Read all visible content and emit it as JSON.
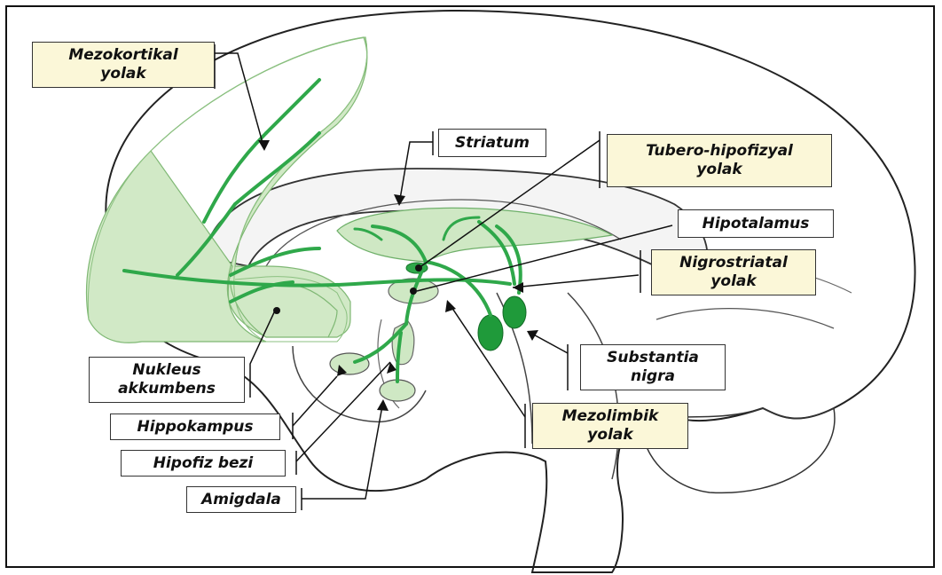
{
  "colors": {
    "outline": "#222222",
    "pathway_green": "#2fa84a",
    "fill_green": "#cfe8c4",
    "dark_green": "#1f9a3a",
    "yellow_box": "#fbf7d8"
  },
  "labels": {
    "mezokortikal": {
      "line1": "Mezokortikal",
      "line2": "yolak"
    },
    "striatum": {
      "line1": "Striatum"
    },
    "tubero": {
      "line1": "Tubero-hipofizyal",
      "line2": "yolak"
    },
    "hipotalamus": {
      "line1": "Hipotalamus"
    },
    "nigrostriatal": {
      "line1": "Nigrostriatal",
      "line2": "yolak"
    },
    "nukleus": {
      "line1": "Nukleus",
      "line2": "akkumbens"
    },
    "substantia": {
      "line1": "Substantia",
      "line2": "nigra"
    },
    "mezolimbik": {
      "line1": "Mezolimbik",
      "line2": "yolak"
    },
    "hippokampus": {
      "line1": "Hippokampus"
    },
    "hipofiz": {
      "line1": "Hipofiz bezi"
    },
    "amigdala": {
      "line1": "Amigdala"
    }
  }
}
